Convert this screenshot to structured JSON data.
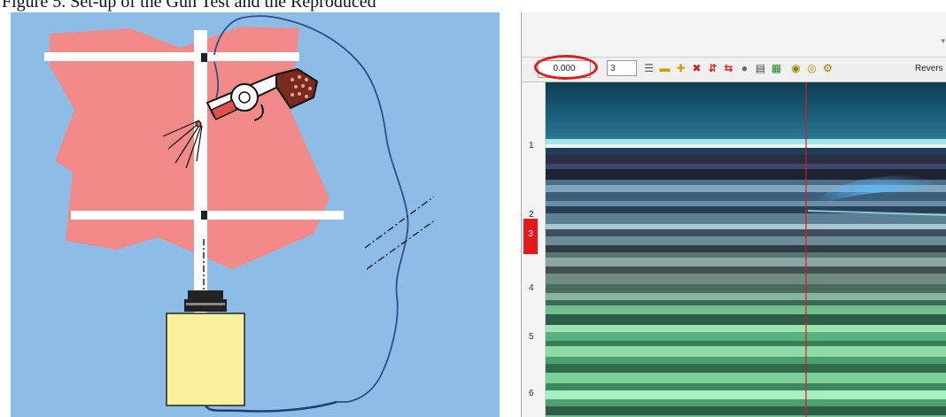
{
  "caption": "Figure 5. Set-up of the Gun Test and the Reproduced",
  "viewer": {
    "time_value": "0.000",
    "number_value": "3",
    "reverse_label": "Revers",
    "toolbar_buttons": [
      {
        "name": "align-icon",
        "glyph": "☰",
        "color": "#5a5a5a"
      },
      {
        "name": "minus-icon",
        "glyph": "▬",
        "color": "#d49a00"
      },
      {
        "name": "plus-icon",
        "glyph": "✚",
        "color": "#d49a00"
      },
      {
        "name": "cross-icon",
        "glyph": "✖",
        "color": "#d02020"
      },
      {
        "name": "split-icon",
        "glyph": "⇵",
        "color": "#d02020"
      },
      {
        "name": "merge-icon",
        "glyph": "⇆",
        "color": "#d02020"
      },
      {
        "name": "sphere-icon",
        "glyph": "●",
        "color": "#6a6a6a"
      },
      {
        "name": "print-icon",
        "glyph": "▤",
        "color": "#4a4a4a"
      },
      {
        "name": "grid-icon",
        "glyph": "▦",
        "color": "#2a8a2a"
      },
      {
        "name": "target-icon",
        "glyph": "◉",
        "color": "#8a8a00"
      },
      {
        "name": "ring-icon",
        "glyph": "◎",
        "color": "#b89000"
      },
      {
        "name": "gear-icon",
        "glyph": "⚙",
        "color": "#a07a00"
      }
    ],
    "ruler_ticks": [
      "1",
      "2",
      "4",
      "5",
      "6"
    ],
    "ruler_marker": "3",
    "colors": {
      "highlight": "#e01c1c",
      "marker": "#e8161d",
      "cursor": "#d21e1e"
    }
  },
  "diagram": {
    "colors": {
      "background": "#8dbde6",
      "region": "#f28a8a",
      "frame": "#ffffff",
      "cable": "#2c4f8f",
      "device": "#f6f19a"
    },
    "icons": [
      "revolver-icon",
      "muzzle-flash-icon",
      "sensor-device-icon",
      "signal-cable-icon",
      "mounting-frame-icon",
      "break-line-icon"
    ]
  }
}
